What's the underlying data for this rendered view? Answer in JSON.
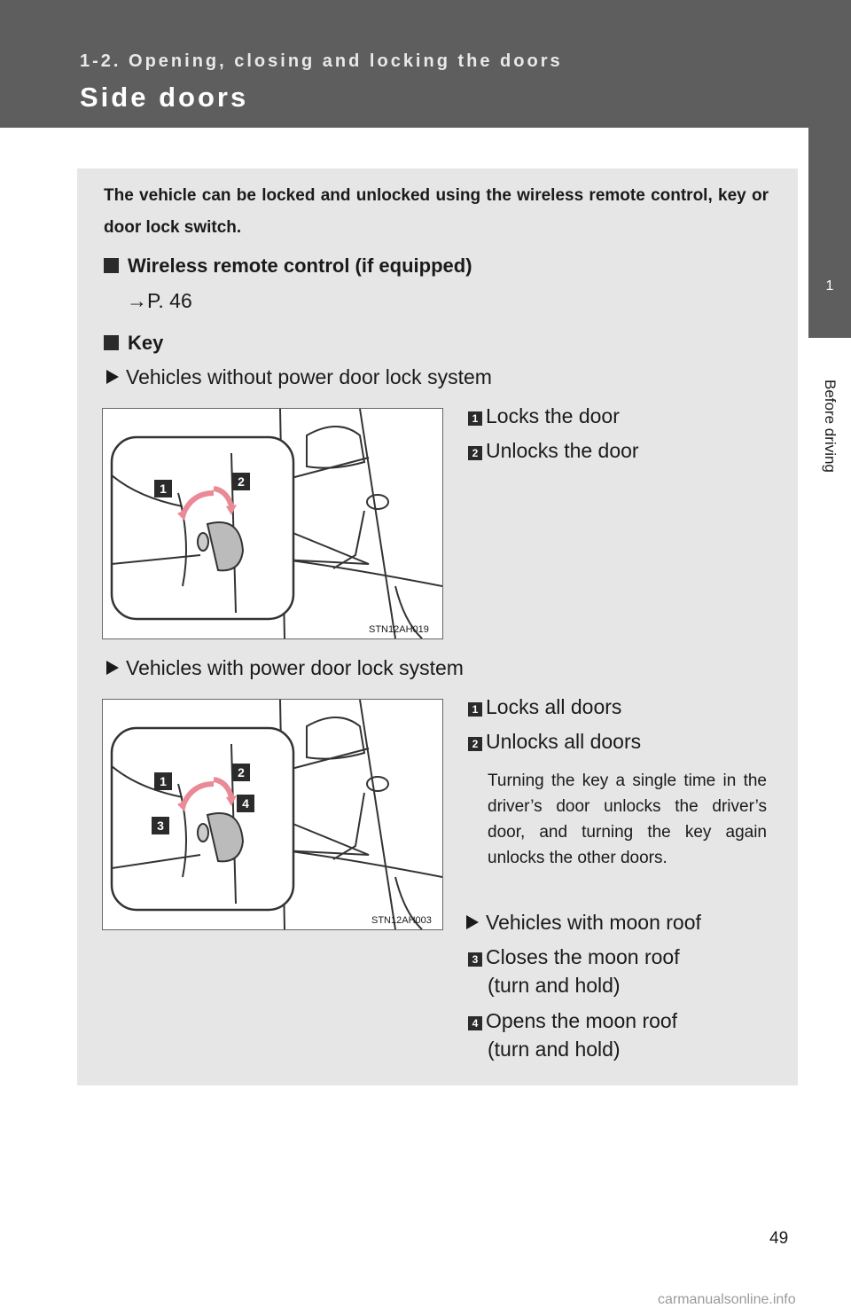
{
  "header": {
    "section": "1-2. Opening, closing and locking the doors",
    "title": "Side doors"
  },
  "side_tab": {
    "number": "1",
    "label": "Before driving"
  },
  "intro": "The vehicle can be locked and unlocked using the wireless remote control, key or door lock switch.",
  "wireless": {
    "heading": "Wireless remote control (if equipped)",
    "ref": "→P. 46"
  },
  "key": {
    "heading": "Key",
    "without_power": {
      "label": "Vehicles without power door lock system",
      "items": [
        {
          "num": "1",
          "text": "Locks the door"
        },
        {
          "num": "2",
          "text": "Unlocks the door"
        }
      ],
      "figure_code": "STN12AH019"
    },
    "with_power": {
      "label": "Vehicles with power door lock system",
      "items": [
        {
          "num": "1",
          "text": "Locks all doors"
        },
        {
          "num": "2",
          "text": "Unlocks all doors"
        }
      ],
      "note": "Turning the key a single time in the driver’s door unlocks the driver’s door, and turning the key again unlocks the other doors.",
      "figure_code": "STN12AH003",
      "moon_roof": {
        "label": "Vehicles with moon roof",
        "items": [
          {
            "num": "3",
            "line1": "Closes the moon roof",
            "line2": "(turn and hold)"
          },
          {
            "num": "4",
            "line1": "Opens the moon roof",
            "line2": "(turn and hold)"
          }
        ]
      }
    }
  },
  "page_number": "49",
  "watermark": "carmanualsonline.info",
  "colors": {
    "header": "#5e5e5e",
    "panel": "#e6e6e6",
    "arrow": "#e98a96"
  }
}
